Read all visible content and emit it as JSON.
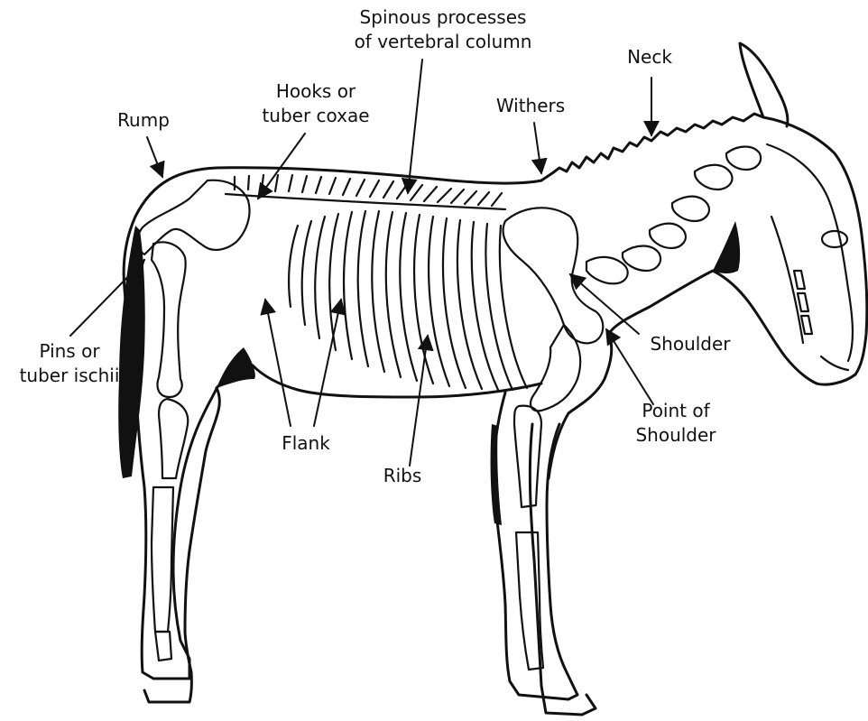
{
  "labels": {
    "spinous": {
      "line1": "Spinous processes",
      "line2": "of vertebral column"
    },
    "neck": "Neck",
    "hooks": {
      "line1": "Hooks or",
      "line2": "tuber coxae"
    },
    "rump": "Rump",
    "withers": "Withers",
    "pins": {
      "line1": "Pins or",
      "line2": "tuber ischii"
    },
    "shoulder": "Shoulder",
    "point_of_shoulder": {
      "line1": "Point of",
      "line2": "Shoulder"
    },
    "flank": "Flank",
    "ribs": "Ribs"
  },
  "colors": {
    "ink": "#111111",
    "background": "#ffffff"
  }
}
